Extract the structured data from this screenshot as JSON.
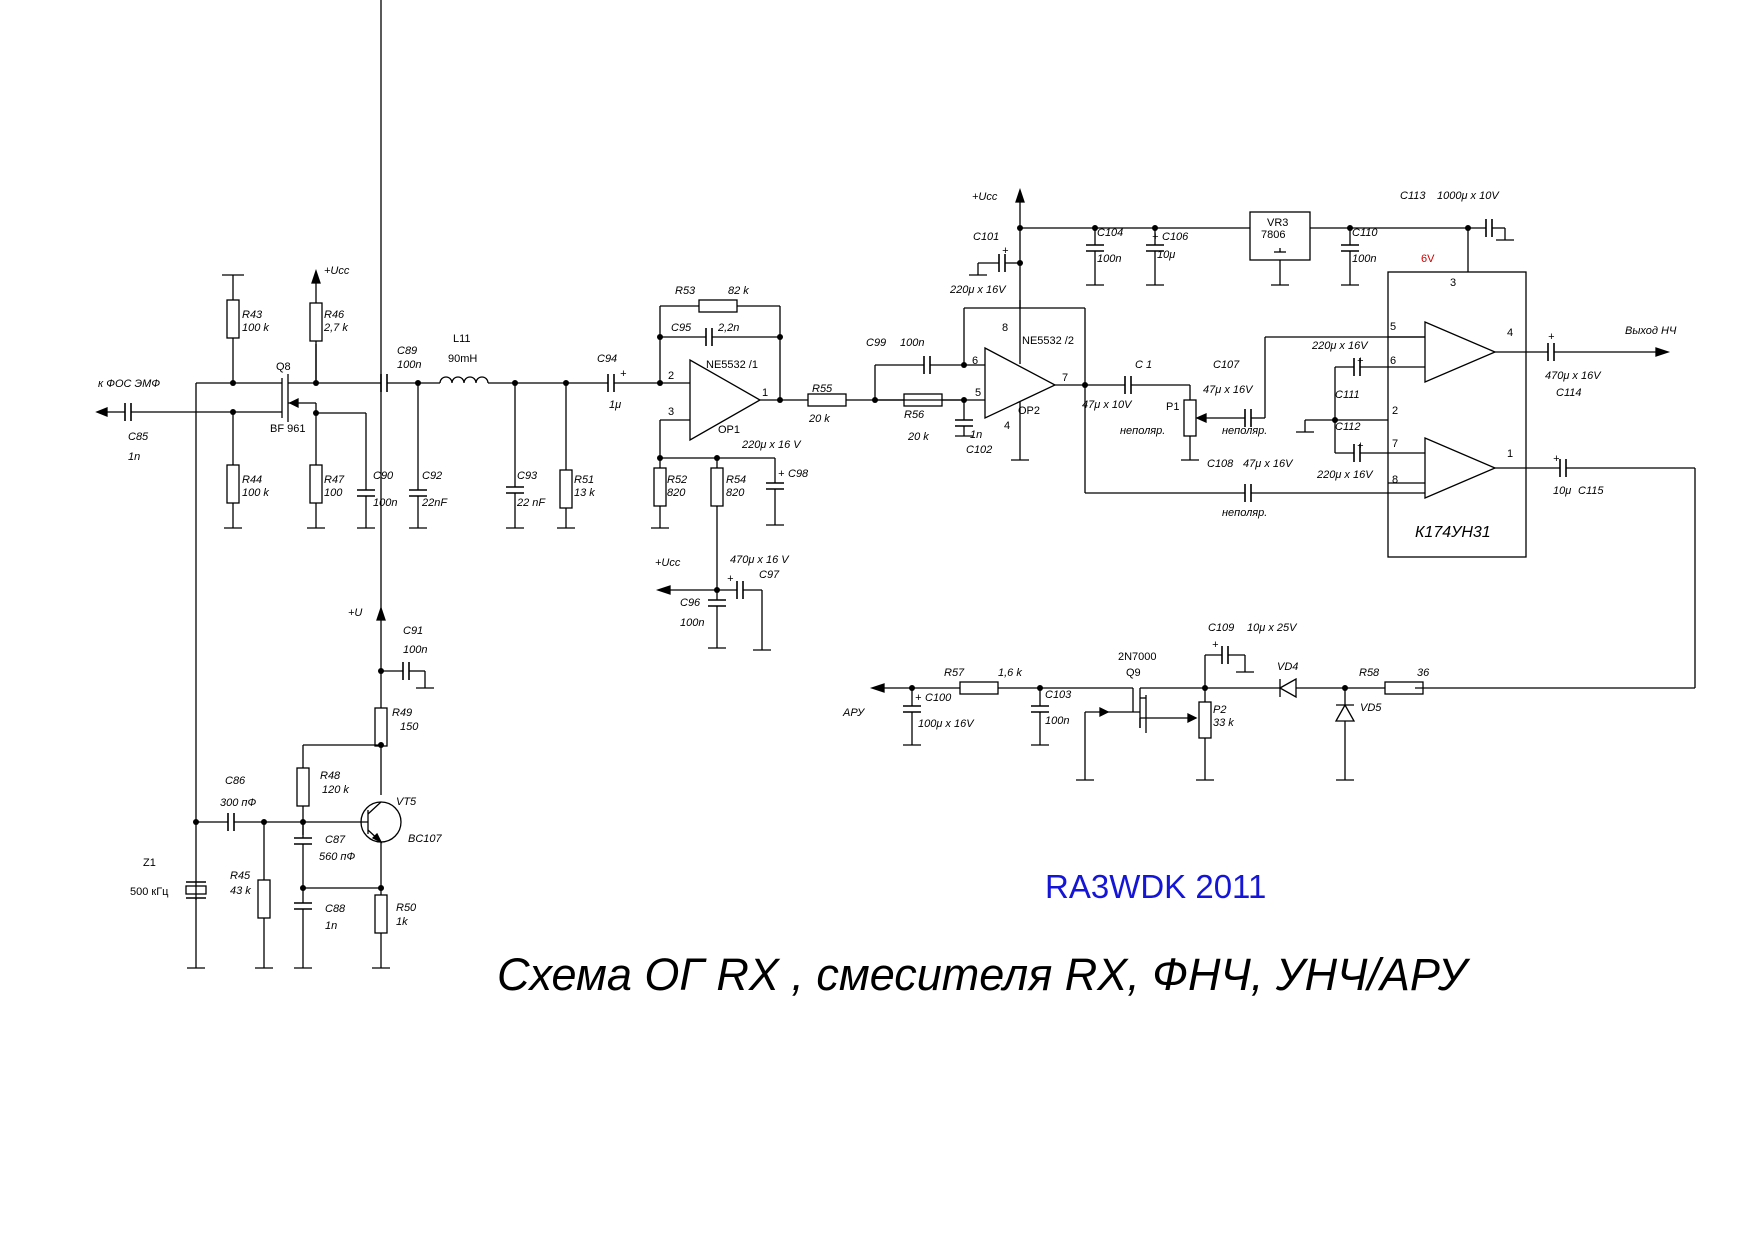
{
  "title": "Схема ОГ RX , смесителя RX, ФНЧ, УНЧ/АРУ",
  "credit": "RA3WDK 2011",
  "colors": {
    "wire": "#000000",
    "credit": "#1515d8",
    "voltage_note": "#d40000"
  },
  "ports": {
    "k_fos": "к ФОС ЭМФ",
    "aru": "АРУ",
    "vyhod": "Выход НЧ",
    "ucc": "+Ucc",
    "u": "+U"
  },
  "components": {
    "C85": {
      "ref": "C85",
      "val": "1n"
    },
    "R43": {
      "ref": "R43",
      "val": "100 k"
    },
    "R44": {
      "ref": "R44",
      "val": "100 k"
    },
    "R46": {
      "ref": "R46",
      "val": "2,7 k"
    },
    "R47": {
      "ref": "R47",
      "val": "100"
    },
    "Q8": {
      "ref": "Q8",
      "val": "BF 961"
    },
    "C89": {
      "ref": "C89",
      "val": "100n"
    },
    "C90": {
      "ref": "C90",
      "val": "100n"
    },
    "C92": {
      "ref": "C92",
      "val": "22nF"
    },
    "L11": {
      "ref": "L11",
      "val": "90mH"
    },
    "C93": {
      "ref": "C93",
      "val": "22 nF"
    },
    "R51": {
      "ref": "R51",
      "val": "13 k"
    },
    "C94": {
      "ref": "C94",
      "val": "1μ"
    },
    "R53": {
      "ref": "R53",
      "val": "82 k"
    },
    "C95": {
      "ref": "C95",
      "val": "2,2n"
    },
    "OP1": {
      "ref": "OP1",
      "val": "NE5532 /1",
      "pin_inv": "2",
      "pin_noninv": "3",
      "pin_out": "1"
    },
    "R52": {
      "ref": "R52",
      "val": "820"
    },
    "R54": {
      "ref": "R54",
      "val": "820"
    },
    "C98": {
      "ref": "C98",
      "val": "220μ x 16 V"
    },
    "C97": {
      "ref": "C97",
      "val": "470μ x 16 V"
    },
    "C96": {
      "ref": "C96",
      "val": "100n"
    },
    "R55": {
      "ref": "R55",
      "val": "20 k"
    },
    "C99": {
      "ref": "C99",
      "val": "100n"
    },
    "R56": {
      "ref": "R56",
      "val": "20 k"
    },
    "C102": {
      "ref": "C102",
      "val": "1n"
    },
    "OP2": {
      "ref": "OP2",
      "val": "NE5532 /2",
      "pin_inv": "6",
      "pin_noninv": "5",
      "pin_out": "7",
      "pin_vcc": "8",
      "pin_gnd": "4"
    },
    "C101": {
      "ref": "C101",
      "val": "220μ x 16V"
    },
    "C104": {
      "ref": "C104",
      "val": "100n"
    },
    "C106": {
      "ref": "C106",
      "val": "10μ"
    },
    "VR3": {
      "ref": "VR3",
      "val": "7806"
    },
    "C110": {
      "ref": "C110",
      "val": "100n"
    },
    "C113": {
      "ref": "C113",
      "val": "1000μ x 10V"
    },
    "C1": {
      "ref": "C 1",
      "val": "47μ x 10V",
      "note": "неполяр."
    },
    "P1": {
      "ref": "P1"
    },
    "C107": {
      "ref": "C107",
      "val": "47μ x 16V",
      "note": "неполяр."
    },
    "C108": {
      "ref": "C108",
      "val": "47μ x 16V",
      "note": "неполяр."
    },
    "C111": {
      "ref": "C111",
      "val": "220μ x 16V"
    },
    "C112": {
      "ref": "C112",
      "val": "220μ x 16V"
    },
    "U1": {
      "ref": "К174УН31",
      "supply": "6V",
      "pins": [
        "3",
        "5",
        "6",
        "2",
        "7",
        "8",
        "4",
        "1"
      ]
    },
    "C114": {
      "ref": "C114",
      "val": "470μ x 16V"
    },
    "C115": {
      "ref": "C115",
      "val": "10μ"
    },
    "R57": {
      "ref": "R57",
      "val": "1,6 k"
    },
    "C100": {
      "ref": "C100",
      "val": "100μ x 16V"
    },
    "C103": {
      "ref": "C103",
      "val": "100n"
    },
    "Q9": {
      "ref": "Q9",
      "val": "2N7000"
    },
    "P2": {
      "ref": "P2",
      "val": "33 k"
    },
    "C109": {
      "ref": "C109",
      "val": "10μ x 25V"
    },
    "VD4": {
      "ref": "VD4"
    },
    "VD5": {
      "ref": "VD5"
    },
    "R58": {
      "ref": "R58",
      "val": "36"
    },
    "C91": {
      "ref": "C91",
      "val": "100n"
    },
    "R49": {
      "ref": "R49",
      "val": "150"
    },
    "R48": {
      "ref": "R48",
      "val": "120 k"
    },
    "VT5": {
      "ref": "VT5",
      "val": "BC107"
    },
    "C87": {
      "ref": "C87",
      "val": "560 пФ"
    },
    "C88": {
      "ref": "C88",
      "val": "1n"
    },
    "R50": {
      "ref": "R50",
      "val": "1k"
    },
    "C86": {
      "ref": "C86",
      "val": "300 пФ"
    },
    "R45": {
      "ref": "R45",
      "val": "43 k"
    },
    "Z1": {
      "ref": "Z1",
      "val": "500 кГц"
    }
  },
  "plus": "+"
}
